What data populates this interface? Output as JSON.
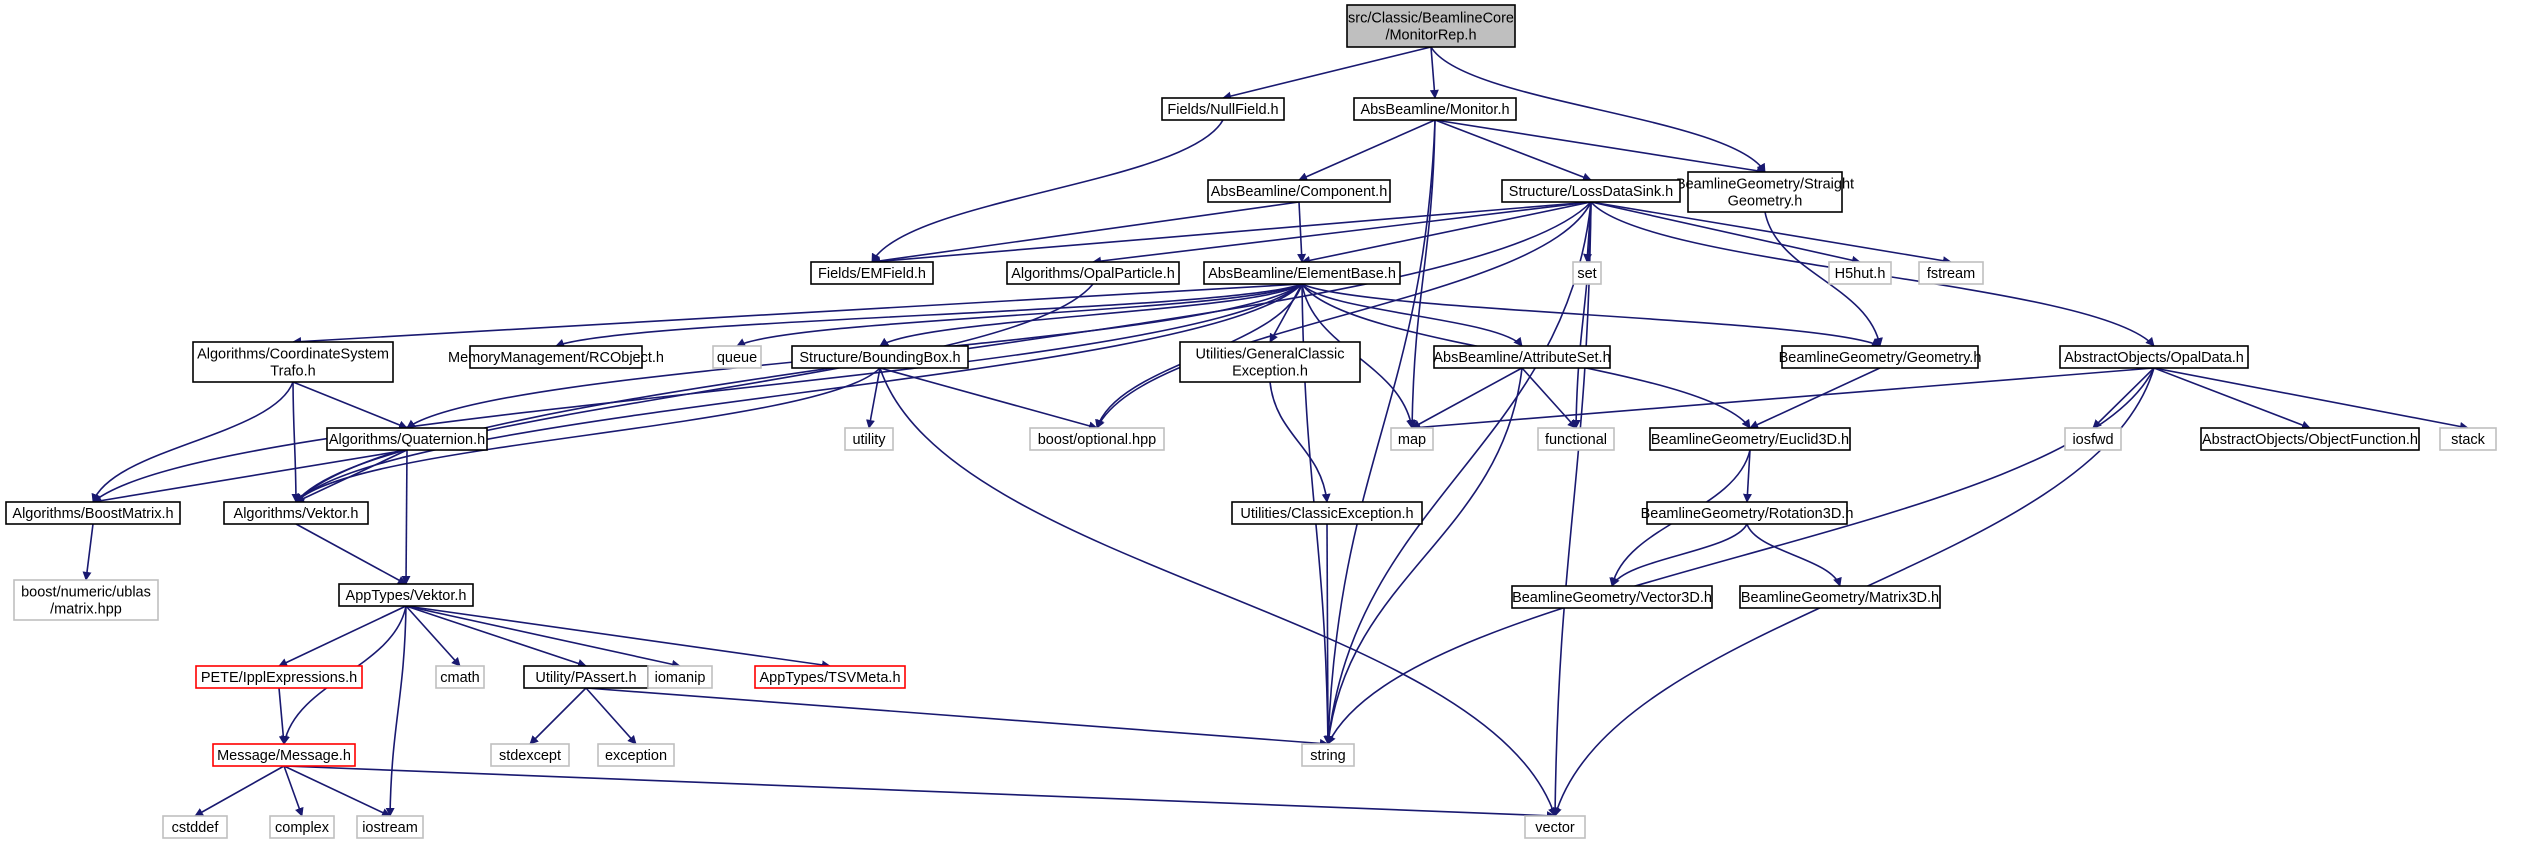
{
  "diagram": {
    "colors": {
      "edge": "#191970",
      "node_border": "#000000",
      "external_border": "#bfbfbf",
      "missing_border": "#ff0000",
      "root_fill": "#bfbfbf",
      "node_fill": "#ffffff",
      "text": "#000000"
    },
    "nodes": [
      {
        "id": "root",
        "lines": [
          "src/Classic/BeamlineCore",
          "/MonitorRep.h"
        ],
        "kind": "root"
      },
      {
        "id": "nullfield",
        "lines": [
          "Fields/NullField.h"
        ],
        "kind": "normal"
      },
      {
        "id": "monitor",
        "lines": [
          "AbsBeamline/Monitor.h"
        ],
        "kind": "normal"
      },
      {
        "id": "straight",
        "lines": [
          "BeamlineGeometry/Straight",
          "Geometry.h"
        ],
        "kind": "normal"
      },
      {
        "id": "component",
        "lines": [
          "AbsBeamline/Component.h"
        ],
        "kind": "normal"
      },
      {
        "id": "lossdatasink",
        "lines": [
          "Structure/LossDataSink.h"
        ],
        "kind": "normal"
      },
      {
        "id": "emfield",
        "lines": [
          "Fields/EMField.h"
        ],
        "kind": "normal"
      },
      {
        "id": "opalparticle",
        "lines": [
          "Algorithms/OpalParticle.h"
        ],
        "kind": "normal"
      },
      {
        "id": "elementbase",
        "lines": [
          "AbsBeamline/ElementBase.h"
        ],
        "kind": "normal"
      },
      {
        "id": "set",
        "lines": [
          "set"
        ],
        "kind": "external"
      },
      {
        "id": "h5hut",
        "lines": [
          "H5hut.h"
        ],
        "kind": "external"
      },
      {
        "id": "fstream",
        "lines": [
          "fstream"
        ],
        "kind": "external"
      },
      {
        "id": "coordsys",
        "lines": [
          "Algorithms/CoordinateSystem",
          "Trafo.h"
        ],
        "kind": "normal"
      },
      {
        "id": "rcobject",
        "lines": [
          "MemoryManagement/RCObject.h"
        ],
        "kind": "normal"
      },
      {
        "id": "queue",
        "lines": [
          "queue"
        ],
        "kind": "external"
      },
      {
        "id": "boundingbox",
        "lines": [
          "Structure/BoundingBox.h"
        ],
        "kind": "normal"
      },
      {
        "id": "genclassicexc",
        "lines": [
          "Utilities/GeneralClassic",
          "Exception.h"
        ],
        "kind": "normal"
      },
      {
        "id": "attributeset",
        "lines": [
          "AbsBeamline/AttributeSet.h"
        ],
        "kind": "normal"
      },
      {
        "id": "geometry",
        "lines": [
          "BeamlineGeometry/Geometry.h"
        ],
        "kind": "normal"
      },
      {
        "id": "opaldata",
        "lines": [
          "AbstractObjects/OpalData.h"
        ],
        "kind": "normal"
      },
      {
        "id": "quaternion",
        "lines": [
          "Algorithms/Quaternion.h"
        ],
        "kind": "normal"
      },
      {
        "id": "utility",
        "lines": [
          "utility"
        ],
        "kind": "external"
      },
      {
        "id": "boostoptional",
        "lines": [
          "boost/optional.hpp"
        ],
        "kind": "external"
      },
      {
        "id": "map",
        "lines": [
          "map"
        ],
        "kind": "external"
      },
      {
        "id": "functional",
        "lines": [
          "functional"
        ],
        "kind": "external"
      },
      {
        "id": "euclid3d",
        "lines": [
          "BeamlineGeometry/Euclid3D.h"
        ],
        "kind": "normal"
      },
      {
        "id": "iosfwd",
        "lines": [
          "iosfwd"
        ],
        "kind": "external"
      },
      {
        "id": "objectfunction",
        "lines": [
          "AbstractObjects/ObjectFunction.h"
        ],
        "kind": "normal"
      },
      {
        "id": "stack",
        "lines": [
          "stack"
        ],
        "kind": "external"
      },
      {
        "id": "boostmatrix",
        "lines": [
          "Algorithms/BoostMatrix.h"
        ],
        "kind": "normal"
      },
      {
        "id": "vektorh",
        "lines": [
          "Algorithms/Vektor.h"
        ],
        "kind": "normal"
      },
      {
        "id": "classicexc",
        "lines": [
          "Utilities/ClassicException.h"
        ],
        "kind": "normal"
      },
      {
        "id": "rotation3d",
        "lines": [
          "BeamlineGeometry/Rotation3D.h"
        ],
        "kind": "normal"
      },
      {
        "id": "ublas",
        "lines": [
          "boost/numeric/ublas",
          "/matrix.hpp"
        ],
        "kind": "external"
      },
      {
        "id": "apptypesvektor",
        "lines": [
          "AppTypes/Vektor.h"
        ],
        "kind": "normal"
      },
      {
        "id": "vector3d",
        "lines": [
          "BeamlineGeometry/Vector3D.h"
        ],
        "kind": "normal"
      },
      {
        "id": "matrix3d",
        "lines": [
          "BeamlineGeometry/Matrix3D.h"
        ],
        "kind": "normal"
      },
      {
        "id": "pete",
        "lines": [
          "PETE/IpplExpressions.h"
        ],
        "kind": "missing"
      },
      {
        "id": "cmath",
        "lines": [
          "cmath"
        ],
        "kind": "external"
      },
      {
        "id": "passert",
        "lines": [
          "Utility/PAssert.h"
        ],
        "kind": "normal"
      },
      {
        "id": "iomanip",
        "lines": [
          "iomanip"
        ],
        "kind": "external"
      },
      {
        "id": "tsvmeta",
        "lines": [
          "AppTypes/TSVMeta.h"
        ],
        "kind": "missing"
      },
      {
        "id": "message",
        "lines": [
          "Message/Message.h"
        ],
        "kind": "missing"
      },
      {
        "id": "stdexcept",
        "lines": [
          "stdexcept"
        ],
        "kind": "external"
      },
      {
        "id": "exception",
        "lines": [
          "exception"
        ],
        "kind": "external"
      },
      {
        "id": "string",
        "lines": [
          "string"
        ],
        "kind": "external"
      },
      {
        "id": "cstddef",
        "lines": [
          "cstddef"
        ],
        "kind": "external"
      },
      {
        "id": "complex",
        "lines": [
          "complex"
        ],
        "kind": "external"
      },
      {
        "id": "iostream",
        "lines": [
          "iostream"
        ],
        "kind": "external"
      },
      {
        "id": "vector",
        "lines": [
          "vector"
        ],
        "kind": "external"
      }
    ],
    "edges": [
      [
        "root",
        "nullfield"
      ],
      [
        "root",
        "monitor"
      ],
      [
        "root",
        "straight"
      ],
      [
        "nullfield",
        "emfield"
      ],
      [
        "monitor",
        "component"
      ],
      [
        "monitor",
        "lossdatasink"
      ],
      [
        "monitor",
        "straight"
      ],
      [
        "monitor",
        "map"
      ],
      [
        "monitor",
        "string"
      ],
      [
        "straight",
        "geometry"
      ],
      [
        "component",
        "emfield"
      ],
      [
        "component",
        "elementbase"
      ],
      [
        "lossdatasink",
        "emfield"
      ],
      [
        "lossdatasink",
        "opalparticle"
      ],
      [
        "lossdatasink",
        "elementbase"
      ],
      [
        "lossdatasink",
        "set"
      ],
      [
        "lossdatasink",
        "h5hut"
      ],
      [
        "lossdatasink",
        "fstream"
      ],
      [
        "lossdatasink",
        "opaldata"
      ],
      [
        "lossdatasink",
        "boostoptional"
      ],
      [
        "lossdatasink",
        "functional"
      ],
      [
        "lossdatasink",
        "string"
      ],
      [
        "lossdatasink",
        "vector"
      ],
      [
        "lossdatasink",
        "vektorh"
      ],
      [
        "opalparticle",
        "vektorh"
      ],
      [
        "elementbase",
        "coordsys"
      ],
      [
        "elementbase",
        "rcobject"
      ],
      [
        "elementbase",
        "queue"
      ],
      [
        "elementbase",
        "boundingbox"
      ],
      [
        "elementbase",
        "genclassicexc"
      ],
      [
        "elementbase",
        "attributeset"
      ],
      [
        "elementbase",
        "geometry"
      ],
      [
        "elementbase",
        "euclid3d"
      ],
      [
        "elementbase",
        "map"
      ],
      [
        "elementbase",
        "boostoptional"
      ],
      [
        "elementbase",
        "string"
      ],
      [
        "elementbase",
        "quaternion"
      ],
      [
        "elementbase",
        "boostmatrix"
      ],
      [
        "elementbase",
        "vektorh"
      ],
      [
        "coordsys",
        "quaternion"
      ],
      [
        "coordsys",
        "boostmatrix"
      ],
      [
        "coordsys",
        "vektorh"
      ],
      [
        "quaternion",
        "boostmatrix"
      ],
      [
        "quaternion",
        "vektorh"
      ],
      [
        "quaternion",
        "apptypesvektor"
      ],
      [
        "boundingbox",
        "utility"
      ],
      [
        "boundingbox",
        "boostoptional"
      ],
      [
        "boundingbox",
        "vektorh"
      ],
      [
        "boundingbox",
        "vector"
      ],
      [
        "genclassicexc",
        "classicexc"
      ],
      [
        "classicexc",
        "string"
      ],
      [
        "attributeset",
        "map"
      ],
      [
        "attributeset",
        "functional"
      ],
      [
        "attributeset",
        "string"
      ],
      [
        "geometry",
        "euclid3d"
      ],
      [
        "euclid3d",
        "rotation3d"
      ],
      [
        "euclid3d",
        "vector3d"
      ],
      [
        "rotation3d",
        "vector3d"
      ],
      [
        "rotation3d",
        "matrix3d"
      ],
      [
        "opaldata",
        "map"
      ],
      [
        "opaldata",
        "iosfwd"
      ],
      [
        "opaldata",
        "objectfunction"
      ],
      [
        "opaldata",
        "stack"
      ],
      [
        "opaldata",
        "string"
      ],
      [
        "opaldata",
        "vector"
      ],
      [
        "boostmatrix",
        "ublas"
      ],
      [
        "vektorh",
        "apptypesvektor"
      ],
      [
        "apptypesvektor",
        "pete"
      ],
      [
        "apptypesvektor",
        "cmath"
      ],
      [
        "apptypesvektor",
        "passert"
      ],
      [
        "apptypesvektor",
        "iomanip"
      ],
      [
        "apptypesvektor",
        "tsvmeta"
      ],
      [
        "apptypesvektor",
        "message"
      ],
      [
        "apptypesvektor",
        "iostream"
      ],
      [
        "pete",
        "message"
      ],
      [
        "passert",
        "stdexcept"
      ],
      [
        "passert",
        "exception"
      ],
      [
        "passert",
        "string"
      ],
      [
        "message",
        "cstddef"
      ],
      [
        "message",
        "complex"
      ],
      [
        "message",
        "iostream"
      ],
      [
        "message",
        "vector"
      ]
    ]
  }
}
